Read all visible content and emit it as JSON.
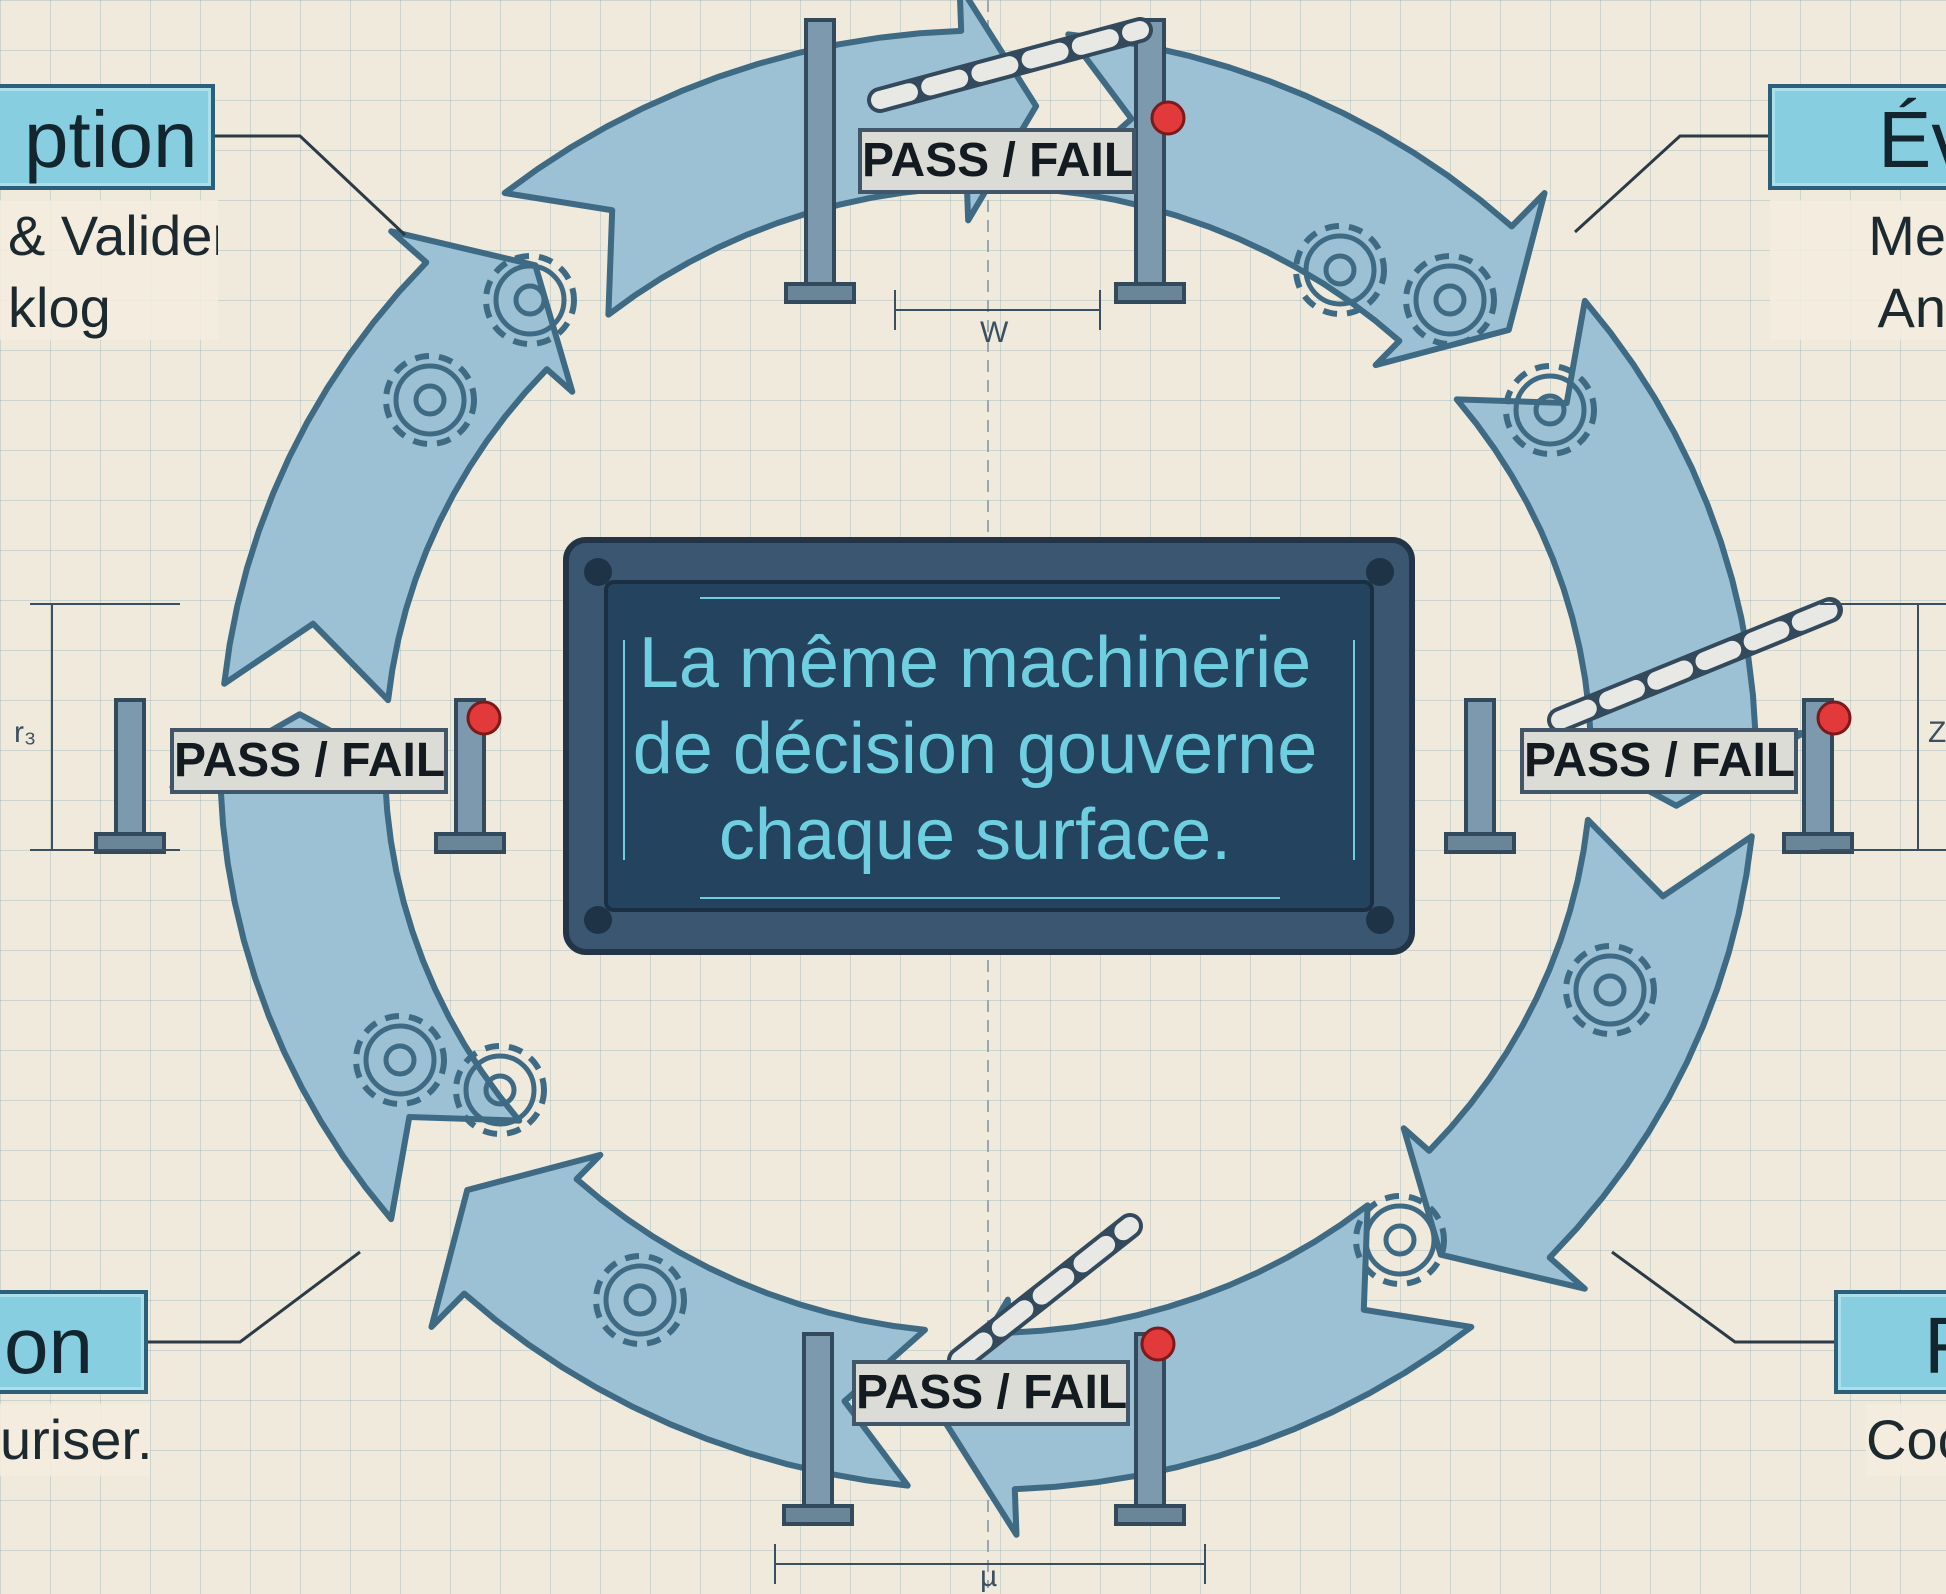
{
  "callouts": {
    "top_left": {
      "title": "ption",
      "line1": "& Valider",
      "line2": "klog"
    },
    "top_right": {
      "title": "Éva",
      "line1": "Me",
      "line2": "An"
    },
    "bottom_left": {
      "title": "on",
      "line1": "uriser."
    },
    "bottom_right": {
      "title": "F",
      "line1": "Coc"
    }
  },
  "center_message": {
    "line1": "La même machinerie",
    "line2": "de décision gouverne",
    "line3": "chaque surface."
  },
  "gates": {
    "top": "PASS / FAIL",
    "left": "PASS / FAIL",
    "right": "PASS / FAIL",
    "bottom": "PASS / FAIL"
  },
  "dimensions": {
    "top": "W",
    "left": "r₃",
    "right": "Z",
    "bottom": "µ"
  },
  "colors": {
    "arrow_fill": "#9cc0d4",
    "arrow_stroke": "#3f6a84",
    "panel_fill": "#24435e",
    "panel_border": "#3b5670",
    "text_cyan": "#6fcfe0",
    "callout_fill": "#87cfe0",
    "indicator_red": "#e23a3a"
  }
}
